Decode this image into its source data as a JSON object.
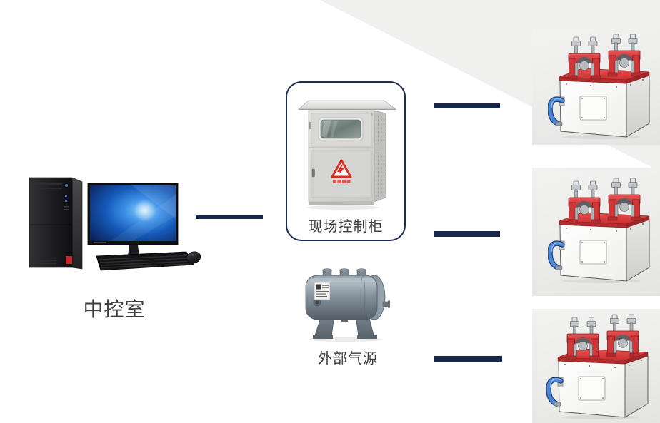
{
  "diagram": {
    "control_room": {
      "label": "中控室",
      "icon": "desktop-computer-image"
    },
    "field_cabinet": {
      "label": "现场控制柜",
      "icon": "control-cabinet-image"
    },
    "air_source": {
      "label": "外部气源",
      "icon": "air-tank-image"
    },
    "field_devices": {
      "count": 3,
      "icon": "clamp-actuator-image"
    },
    "connections": [
      {
        "from": "control_room",
        "to": "field_cabinet"
      },
      {
        "from": "field_cabinet",
        "to": "device_1"
      },
      {
        "from": "field_cabinet",
        "to": "device_2"
      },
      {
        "from": "air_source",
        "to": "device_3"
      }
    ],
    "colors": {
      "connector": "#16264c",
      "cabinet_border": "#1c2b4e",
      "background_wedge": "#f0f0ee",
      "device_panel": "#ebebe9",
      "device_red": "#d43a3c",
      "tube_blue": "#3c78cc",
      "label_text": "#3d3d3d"
    }
  }
}
